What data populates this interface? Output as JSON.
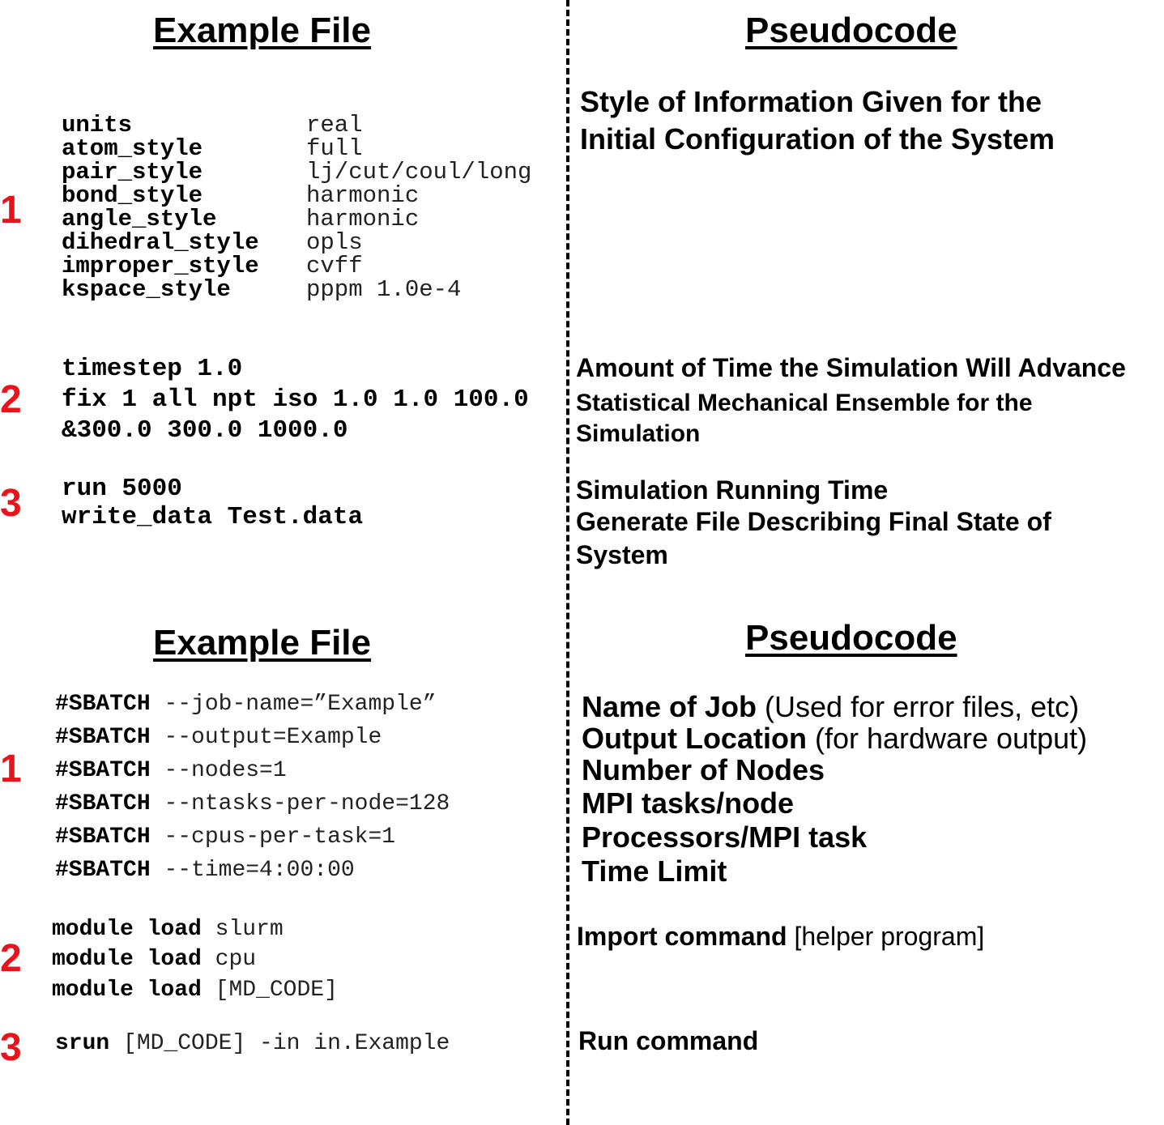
{
  "top": {
    "left_title": "Example File",
    "right_title": "Pseudocode",
    "section1": {
      "number": "1",
      "rows": [
        {
          "key": "units",
          "value": "real"
        },
        {
          "key": "atom_style",
          "value": "full"
        },
        {
          "key": "pair_style",
          "value": "lj/cut/coul/long"
        },
        {
          "key": "bond_style",
          "value": "harmonic"
        },
        {
          "key": "angle_style",
          "value": "harmonic"
        },
        {
          "key": "dihedral_style",
          "value": "opls"
        },
        {
          "key": "improper_style",
          "value": "cvff"
        },
        {
          "key": "kspace_style",
          "value": "pppm 1.0e-4"
        }
      ],
      "pseudo_lines": [
        "Style of Information Given for the",
        "Initial Configuration of the System"
      ]
    },
    "section2": {
      "number": "2",
      "lines": [
        "timestep 1.0",
        "fix 1 all npt iso 1.0 1.0 100.0",
        "&300.0 300.0 1000.0"
      ],
      "pseudo_lines": [
        "Amount of Time the Simulation Will Advance",
        "Statistical Mechanical Ensemble for the",
        "Simulation"
      ]
    },
    "section3": {
      "number": "3",
      "lines": [
        "run 5000",
        "write_data Test.data"
      ],
      "pseudo_lines": [
        "Simulation Running Time",
        "Generate File Describing Final State of",
        "System"
      ]
    }
  },
  "bottom": {
    "left_title": "Example File",
    "right_title": "Pseudocode",
    "section1": {
      "number": "1",
      "prefix": "#SBATCH",
      "rows": [
        {
          "arg": "--job-name=”Example”",
          "pseudo_bold": "Name of Job",
          "pseudo_plain": " (Used for error files, etc)"
        },
        {
          "arg": "--output=Example",
          "pseudo_bold": "Output Location",
          "pseudo_plain": " (for hardware output)"
        },
        {
          "arg": "--nodes=1",
          "pseudo_bold": "Number of Nodes",
          "pseudo_plain": ""
        },
        {
          "arg": "--ntasks-per-node=128",
          "pseudo_bold": "MPI tasks/node",
          "pseudo_plain": ""
        },
        {
          "arg": "--cpus-per-task=1",
          "pseudo_bold": "Processors/MPI task",
          "pseudo_plain": ""
        },
        {
          "arg": "--time=4:00:00",
          "pseudo_bold": "Time Limit",
          "pseudo_plain": ""
        }
      ]
    },
    "section2": {
      "number": "2",
      "prefix": "module load",
      "args": [
        "slurm",
        "cpu",
        "[MD_CODE]"
      ],
      "pseudo_bold": "Import command",
      "pseudo_plain": " [helper program]"
    },
    "section3": {
      "number": "3",
      "cmd": "srun",
      "args": " [MD_CODE] -in in.Example",
      "pseudo": "Run command"
    }
  }
}
